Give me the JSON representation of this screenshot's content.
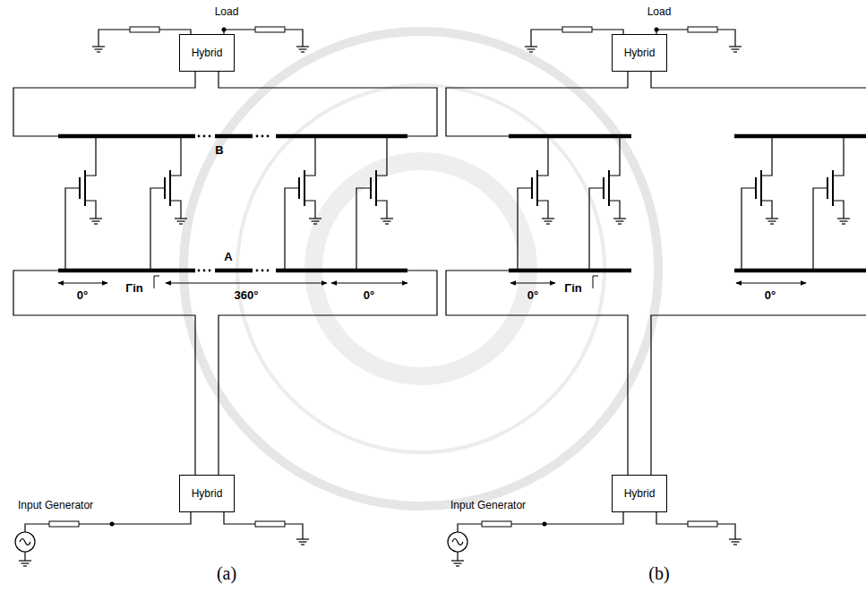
{
  "diagram": {
    "nodes": [
      {
        "text": [
          "Hybrid"
        ]
      },
      {
        "text": [
          "Hybrid"
        ]
      },
      {
        "text": [
          "Hybrid"
        ]
      },
      {
        "text": [
          "Hybrid"
        ]
      }
    ],
    "labels": [
      "Load",
      "Load",
      "B",
      "A",
      "0°",
      "Γin",
      "360°",
      "0°",
      "0°",
      "Γin",
      "0°",
      "Input Generator",
      "Input Generator",
      "(a)",
      "(b)"
    ]
  }
}
